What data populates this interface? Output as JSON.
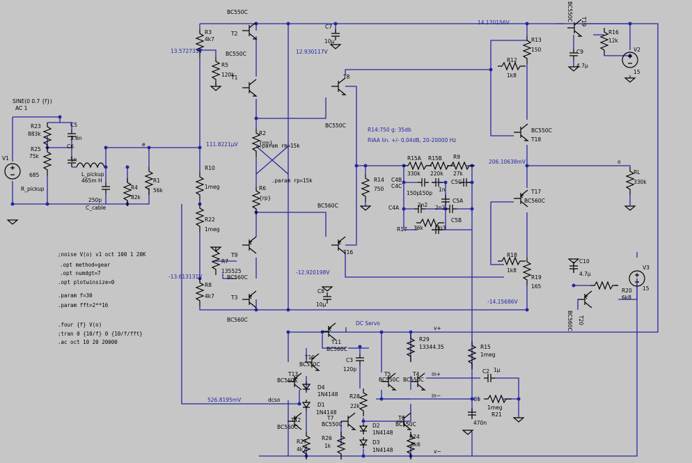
{
  "spice_directives": [
    ";noise V(o) v1 oct 100 1 20K",
    ".opt method=gear",
    ".opt numdgt=7",
    ".opt plotwinsize=0",
    ".param f=30",
    ".param fft=2**16",
    ".four {f} V(o)",
    ";tran 0 {10/f} 0 {10/f/fft}",
    ".ac oct 10 20 20000"
  ],
  "source": {
    "func": "SINE(0 0.7 {f})",
    "ac": "AC 1"
  },
  "headings": {
    "riaa_ratio": "R14:750  g: 35db",
    "riaa_spec": "RIAA lin. +/- 0.04dB, 20-20000 Hz",
    "dc_servo": "DC Servo"
  },
  "params": {
    "rm": ".param rm=15k",
    "rp": ".param rp=15k"
  },
  "node_voltages": {
    "n1": "13.572731V",
    "n2": "12.930117V",
    "n3": "14.170156V",
    "n4": "111.8221µV",
    "n5": "206.10638mV",
    "n6": "-13.613131V",
    "n7": "-12.920198V",
    "n8": "-14.15686V",
    "n9": "526.8195mV"
  },
  "nets": {
    "e": "e",
    "o": "o",
    "vplus": "v+",
    "vminus": "v−",
    "inplus": "in+",
    "inminus": "in−",
    "dcso": "dcso"
  },
  "components": {
    "bc_top": "BC550C",
    "bc_bot": "BC560C",
    "r3": "R3",
    "r3v": "4k7",
    "t2": "T2",
    "t2m": "BC550C",
    "r5": "R5",
    "r5v": "120k",
    "t1": "T1",
    "c7": "C7",
    "c7v": "10µ",
    "t8": "T8",
    "t8m": "BC550C",
    "r2": "R2",
    "r2v": "{rm}",
    "r6": "R6",
    "r6v": "{rp}",
    "r10": "R10",
    "r10v": "1meg",
    "r22": "R22",
    "r22v": "1meg",
    "t16m": "BC560C",
    "t16": "T16",
    "t9": "T9",
    "r7": "R7",
    "r7v": "135525",
    "r8": "R8",
    "r8v": "4k7",
    "t3m": "BC560C",
    "t3": "T3",
    "c8": "C8",
    "c8v": "10µ",
    "t19m": "BC550C",
    "t19": "T19",
    "r16": "R16",
    "r16v": "12k",
    "c9": "C9",
    "c9v": "4.7µ",
    "v2": "V2",
    "v2v": "15",
    "r13": "R13",
    "r13v": "150",
    "r12": "R12",
    "r12v": "1k8",
    "t18m": "BC550C",
    "t18": "T18",
    "r14": "R14",
    "r14v": "750",
    "r15a": "R15A",
    "r15av": "330k",
    "r15b": "R15B",
    "r15bv": "220k",
    "r9": "R9",
    "r9v": "27k",
    "c4b": "C4B",
    "c4c": "C4C",
    "c4bv": "150p",
    "c4cv": "150p",
    "c5cv": "1n",
    "c5c": "C5C",
    "c5a": "C5A",
    "c5b": "C5B",
    "c4a": "C4A",
    "c4av": "2n2",
    "c5av": "2n2",
    "r17": "R17",
    "r17v": "36k",
    "c5bv": "3n3",
    "t17": "T17",
    "t17m": "BC560C",
    "r18": "R18",
    "r18v": "1k8",
    "r19": "R19",
    "r19v": "165",
    "c10": "C10",
    "c10v": "4.7µ",
    "r20": "R20",
    "r20v": "6k8",
    "t20m": "BC560C",
    "t20": "T20",
    "v3": "V3",
    "v3v": "15",
    "rl": "RL",
    "rlv": "330k",
    "r23": "R23",
    "r23v": "883k",
    "r25": "R25",
    "r25v": "75k",
    "c5": "C5",
    "c5v": "3.6n",
    "c6": "C6",
    "c6v": "1n",
    "v1": "V1",
    "r685": "685",
    "r_pickup": "R_pickup",
    "l_pickup": "L_pickup",
    "l_pickupv": "465m H",
    "c250": "250p",
    "c_cable": "C_cable",
    "r4": "R4",
    "r4v": "82k",
    "r1": "R1",
    "r1v": "56k",
    "t11": "T11",
    "t11m": "BC560C",
    "t10": "T10",
    "t10m": "BC550C",
    "t13": "T13",
    "t13m": "BC560C",
    "c3": "C3",
    "c3v": "120p",
    "r29": "R29",
    "r29v": "13344.35",
    "r15": "R15",
    "r15v": "1meg",
    "t5": "T5",
    "t5m": "BC550C",
    "t4": "T4",
    "t4m": "BC550C",
    "c2": "C2",
    "c2v": "1µ",
    "d4": "D4",
    "d4v": "1N4148",
    "d1": "D1",
    "d1v": "1N4148",
    "r28": "R28",
    "r28v": "22k",
    "t7": "T7",
    "t7m": "BC550C",
    "t6": "T6",
    "t6m": "BC550C",
    "t12": "T12",
    "t12m": "BC560C",
    "d2": "D2",
    "d2v": "1N4148",
    "d3": "D3",
    "d3v": "1N4148",
    "r26": "R26",
    "r26v": "1k",
    "r24": "R24",
    "r24v": "5k6",
    "r27": "R27",
    "r27v": "4k7",
    "c1": "C1",
    "c1v": "470n",
    "r21v": "1meg",
    "r21": "R21"
  }
}
